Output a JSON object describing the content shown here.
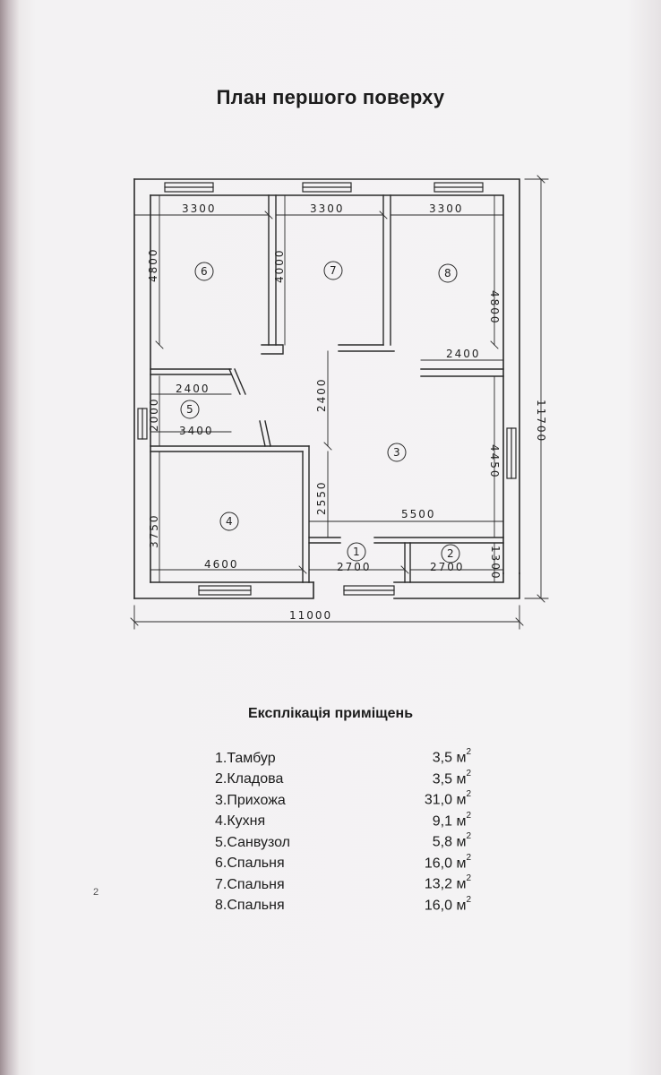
{
  "title": "План першого поверху",
  "dimensions": {
    "top_room_widths": [
      "3300",
      "3300",
      "3300"
    ],
    "bedroom6_height": "4800",
    "bedroom7_height": "4000",
    "bedroom8_height": "4800",
    "hall_upper_width": "2400",
    "hall_height": "2400",
    "bath_width_top": "2400",
    "bath_height": "2000",
    "bath_width_bottom": "3400",
    "hall_right_height": "4450",
    "total_height": "11700",
    "kitchen_height": "3750",
    "corridor_height": "2550",
    "hall_lower_width": "5500",
    "kitchen_width": "4600",
    "vestibule_width": "2700",
    "storage_width": "2700",
    "storage_height": "1300",
    "total_width": "11000"
  },
  "room_numbers": [
    "1",
    "2",
    "3",
    "4",
    "5",
    "6",
    "7",
    "8"
  ],
  "legend": {
    "title": "Експлікація приміщень",
    "unit": "м",
    "unit_power": "2",
    "rooms": [
      {
        "name": "1.Тамбур",
        "area": "3,5"
      },
      {
        "name": "2.Кладова",
        "area": "3,5"
      },
      {
        "name": "3.Прихожа",
        "area": "31,0"
      },
      {
        "name": "4.Кухня",
        "area": "9,1"
      },
      {
        "name": "5.Санвузол",
        "area": "5,8"
      },
      {
        "name": "6.Спальня",
        "area": "16,0"
      },
      {
        "name": "7.Спальня",
        "area": "13,2"
      },
      {
        "name": "8.Спальня",
        "area": "16,0"
      }
    ]
  },
  "stray_mark": "2"
}
